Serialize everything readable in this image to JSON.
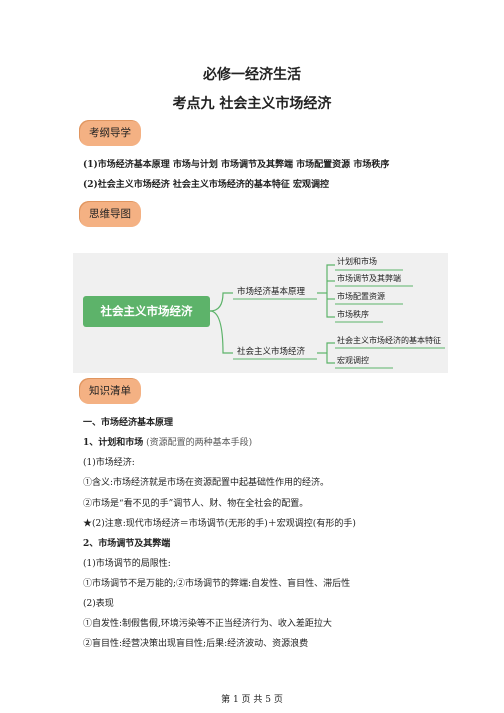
{
  "header": {
    "title": "必修一经济生活",
    "subtitle": "考点九  社会主义市场经济"
  },
  "section_tabs": {
    "outline": "考纲导学",
    "mindmap": "思维导图",
    "knowledge": "知识清单"
  },
  "outline": {
    "line1": "(1)市场经济基本原理    市场与计划    市场调节及其弊端    市场配置资源    市场秩序",
    "line2": "(2)社会主义市场经济    社会主义市场经济的基本特征    宏观调控"
  },
  "mindmap": {
    "root": "社会主义市场经济",
    "branches": [
      {
        "label": "市场经济基本原理",
        "leaves": [
          "计划和市场",
          "市场调节及其弊端",
          "市场配置资源",
          "市场秩序"
        ]
      },
      {
        "label": "社会主义市场经济",
        "leaves": [
          "社会主义市场经济的基本特征",
          "宏观调控"
        ]
      }
    ],
    "colors": {
      "root": "#5db36a",
      "lines": "#5db36a",
      "background": "#f0f0f0"
    }
  },
  "knowledge": {
    "h1": "一、市场经济基本原理",
    "s1_title": "1、计划和市场",
    "s1_note": " (资源配置的两种基本手段)",
    "l1": "(1)市场经济:",
    "l2": "①含义:市场经济就是市场在资源配置中起基础性作用的经济。",
    "l3": "②市场是“看不见的手”调节人、财、物在全社会的配置。",
    "l4": "★(2)注意:现代市场经济＝市场调节(无形的手)＋宏观调控(有形的手)",
    "s2_title": "2、市场调节及其弊端",
    "l5": "(1)市场调节的局限性:",
    "l6": "①市场调节不是万能的;②市场调节的弊端:自发性、盲目性、滞后性",
    "l7": "(2)表现",
    "l8": "①自发性:制假售假,环境污染等不正当经济行为、收入差距拉大",
    "l9": "②盲目性:经营决策出现盲目性;后果:经济波动、资源浪费"
  },
  "footer": {
    "page": "第 1 页  共 5 页"
  },
  "colors": {
    "pill": "#f4b183"
  }
}
